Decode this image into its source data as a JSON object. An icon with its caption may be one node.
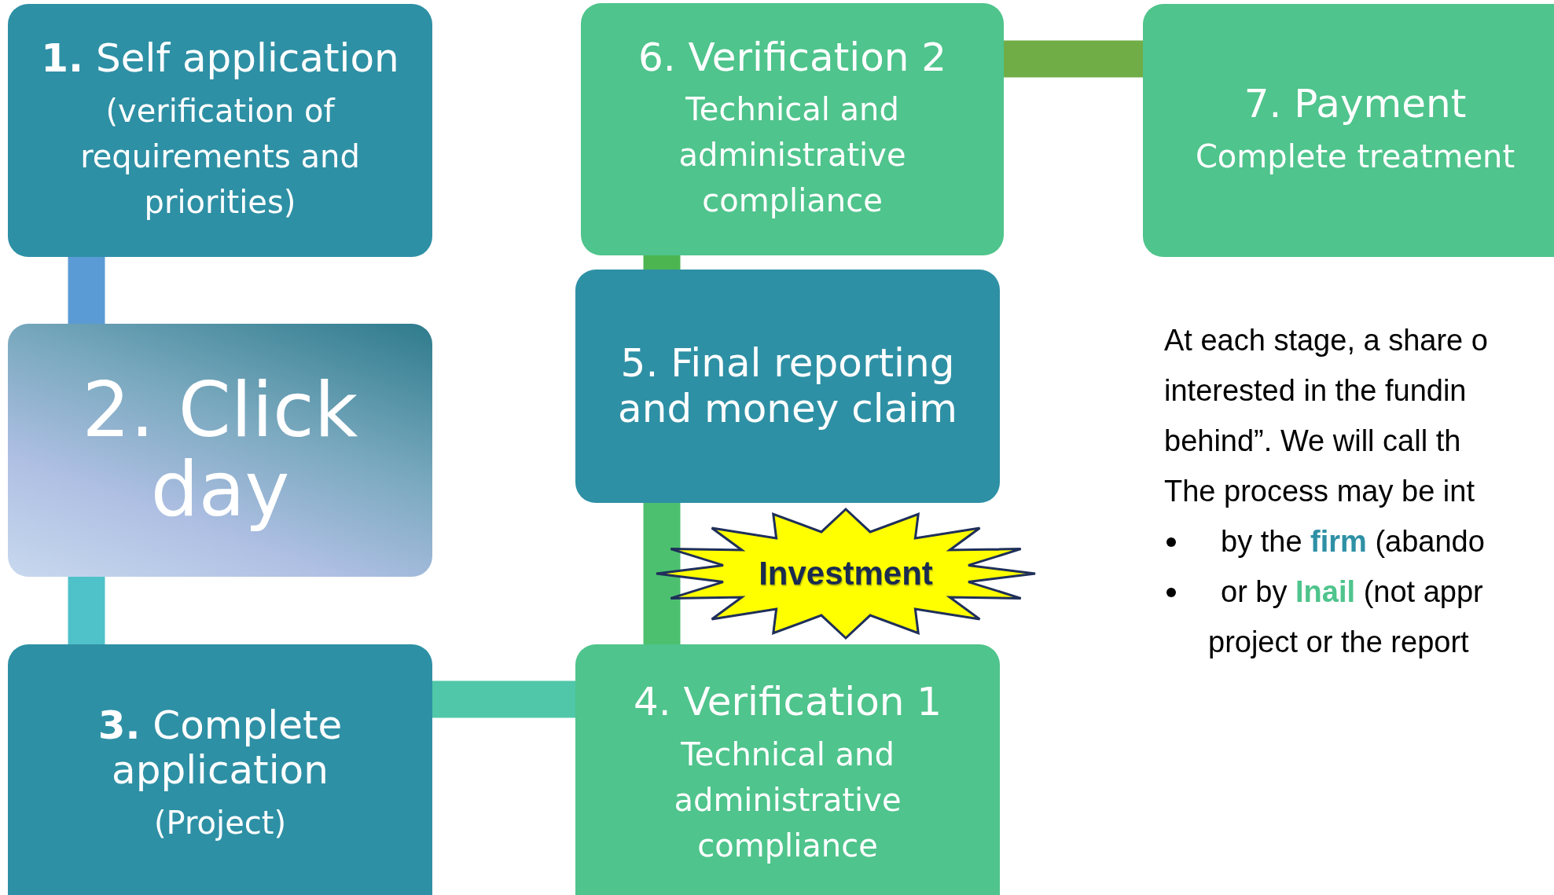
{
  "diagram": {
    "nodes": [
      {
        "text": [
          "**1.** Self application",
          "(verification of requirements and priorities)"
        ]
      },
      {
        "text": [
          "2. Click day"
        ]
      },
      {
        "text": [
          "**3.** Complete application",
          "(Project)"
        ]
      },
      {
        "text": [
          "4. Verification 1",
          "Technical and administrative compliance"
        ]
      },
      {
        "text": [
          "5. Final reporting and money claim"
        ]
      },
      {
        "text": [
          "6. Verification 2",
          "Technical and administrative compliance"
        ]
      },
      {
        "text": [
          "7. Payment",
          "Complete treatment"
        ]
      },
      {
        "text": [
          "Investment"
        ]
      }
    ],
    "edges": [
      {
        "from": 0,
        "to": 1,
        "arrow": "none",
        "color": "#5b9bd5"
      },
      {
        "from": 1,
        "to": 2,
        "arrow": "none",
        "color": "#4fc1c9"
      },
      {
        "from": 2,
        "to": 3,
        "arrow": "none",
        "color": "#4fc7a8"
      },
      {
        "from": 3,
        "to": 4,
        "arrow": "none",
        "color": "#4cc06e"
      },
      {
        "from": 4,
        "to": 5,
        "arrow": "none",
        "color": "#4cb550"
      },
      {
        "from": 5,
        "to": 6,
        "arrow": "none",
        "color": "#70ad47"
      }
    ],
    "labels": [
      "At each stage, a share o",
      "interested in the fundin",
      "behind”. We will call th",
      "The process may be int",
      "by the **firm** (abando",
      "or by **Inail** (not appr",
      "project or the report"
    ]
  }
}
